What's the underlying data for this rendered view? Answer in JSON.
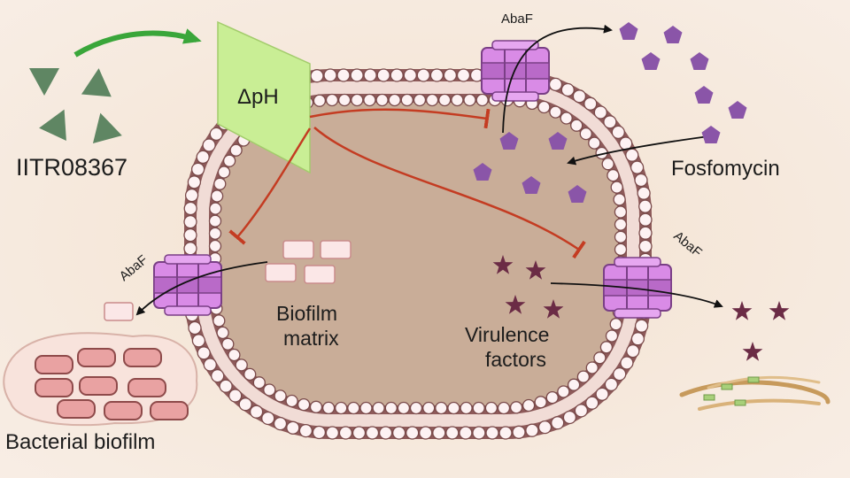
{
  "labels": {
    "compound": "IITR08367",
    "delta_ph": "ΔpH",
    "fosfomycin": "Fosfomycin",
    "abaf": "AbaF",
    "biofilm_matrix_1": "Biofilm",
    "biofilm_matrix_2": "matrix",
    "virulence_1": "Virulence",
    "virulence_2": "factors",
    "bacterial_biofilm": "Bacterial biofilm"
  },
  "colors": {
    "background": "#f5e9dc",
    "cytoplasm": "#c9ad98",
    "membrane_bead": "#fdf2f3",
    "membrane_outline": "#7a4a4a",
    "transporter": "#d98be6",
    "compound": "#5f8663",
    "delta_ph_panel": "#c9ee95",
    "fosfomycin": "#8a55a8",
    "virulence_star": "#6b2b45",
    "inhibition": "#c43c22",
    "activation_arrow": "#3aa63a"
  },
  "icons": [
    "triangle-icon",
    "pentagon-icon",
    "star-icon",
    "transporter-icon"
  ]
}
